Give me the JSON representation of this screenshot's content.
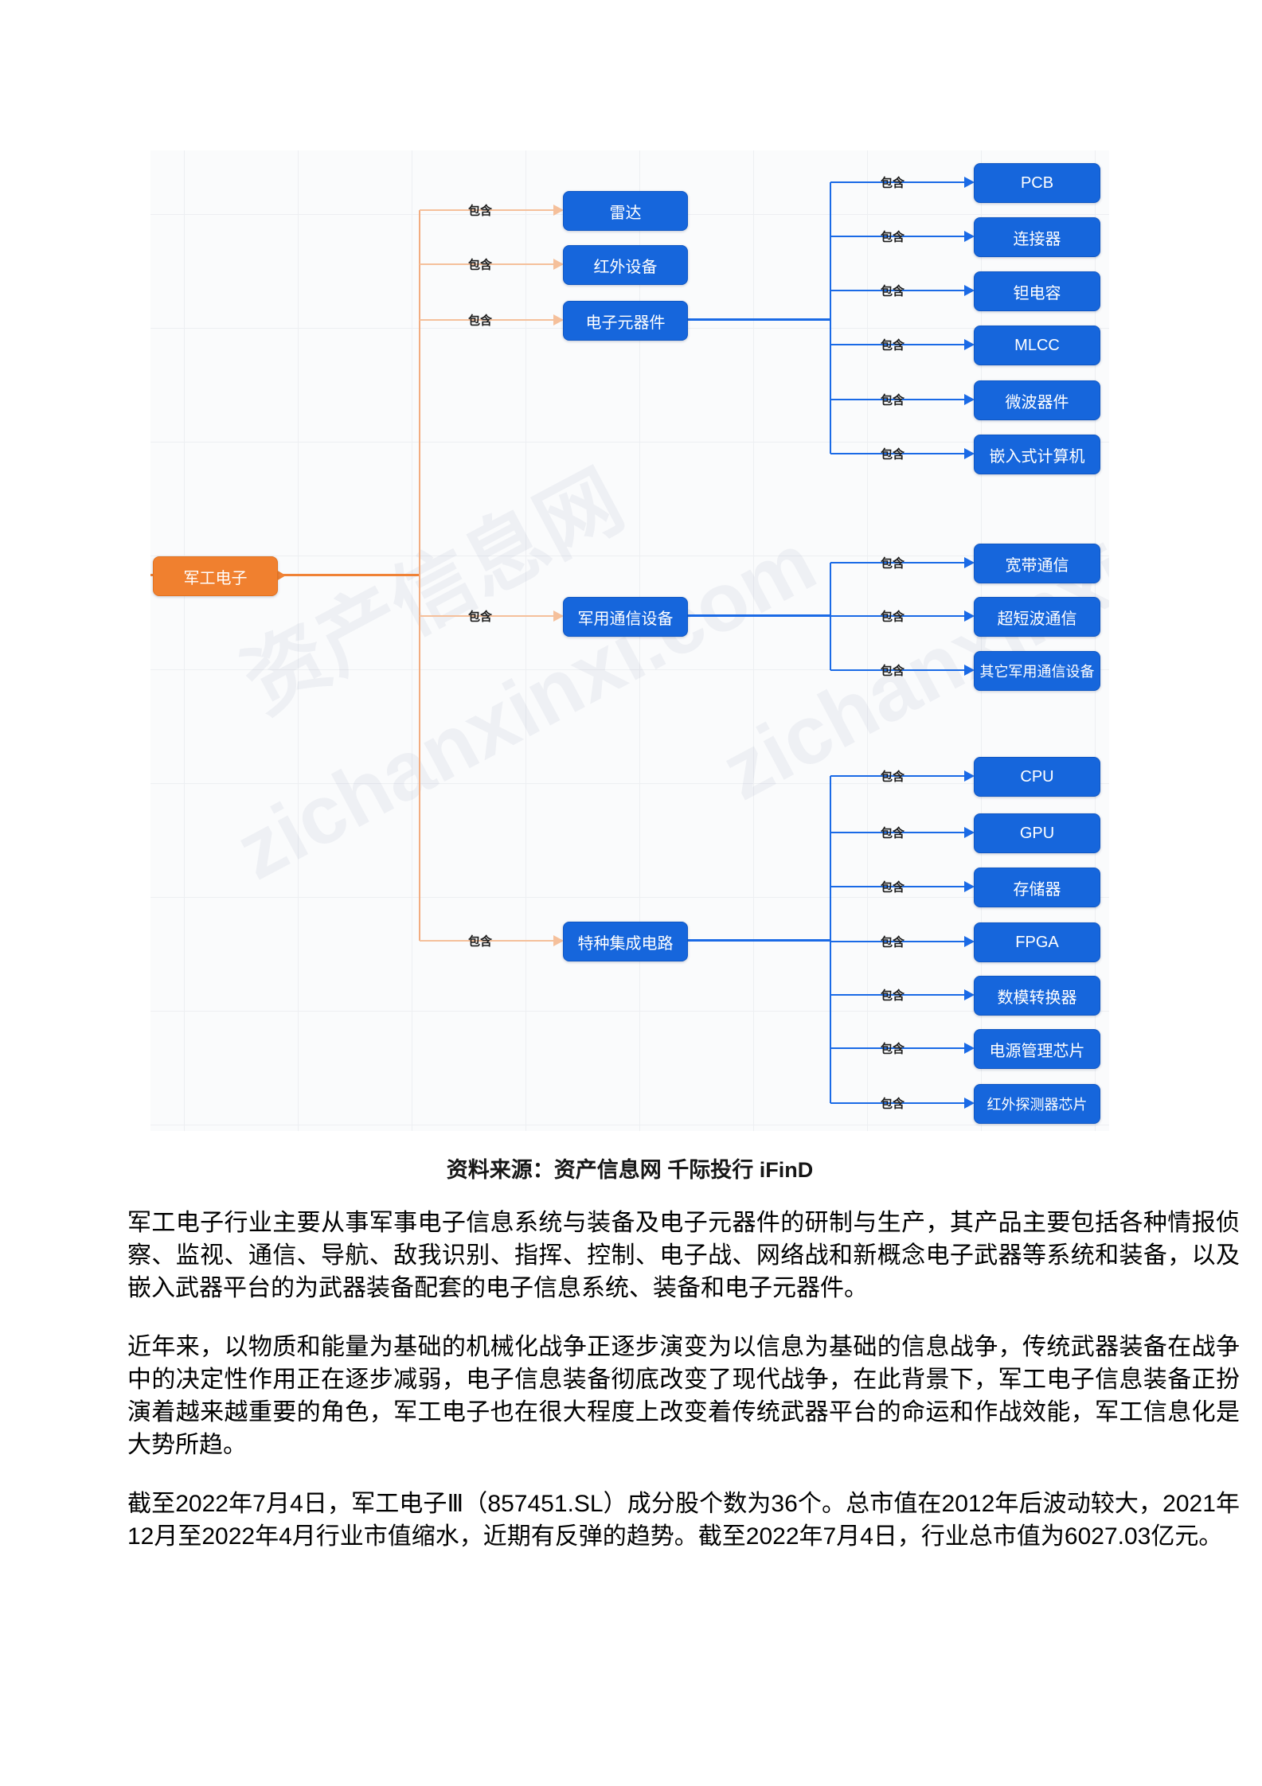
{
  "diagram": {
    "edge_label": "包含",
    "root": {
      "label": "军工电子"
    },
    "level2": [
      {
        "label": "雷达",
        "children": []
      },
      {
        "label": "红外设备",
        "children": []
      },
      {
        "label": "电子元器件",
        "children": [
          "PCB",
          "连接器",
          "钽电容",
          "MLCC",
          "微波器件",
          "嵌入式计算机"
        ]
      },
      {
        "label": "军用通信设备",
        "children": [
          "宽带通信",
          "超短波通信",
          "其它军用通信设备"
        ]
      },
      {
        "label": "特种集成电路",
        "children": [
          "CPU",
          "GPU",
          "存储器",
          "FPGA",
          "数模转换器",
          "电源管理芯片",
          "红外探测器芯片"
        ]
      }
    ],
    "watermark": [
      "资产信息网",
      "zichanxinxi.com"
    ],
    "colors": {
      "node_blue": "#1666dc",
      "root_orange": "#f0802f",
      "edge_orange_light": "#f5c09b",
      "edge_orange_main": "#f08236",
      "edge_orange_trunk": "#f2ac80",
      "edge_blue": "#1a6ae6"
    }
  },
  "caption": {
    "text": "资料来源：资产信息网 千际投行 iFinD"
  },
  "paragraphs": [
    "军工电子行业主要从事军事电子信息系统与装备及电子元器件的研制与生产，其产品主要包括各种情报侦察、监视、通信、导航、敌我识别、指挥、控制、电子战、网络战和新概念电子武器等系统和装备，以及嵌入武器平台的为武器装备配套的电子信息系统、装备和电子元器件。",
    "近年来，以物质和能量为基础的机械化战争正逐步演变为以信息为基础的信息战争，传统武器装备在战争中的决定性作用正在逐步减弱，电子信息装备彻底改变了现代战争，在此背景下，军工电子信息装备正扮演着越来越重要的角色，军工电子也在很大程度上改变着传统武器平台的命运和作战效能，军工信息化是大势所趋。",
    "截至2022年7月4日，军工电子Ⅲ（857451.SL）成分股个数为36个。总市值在2012年后波动较大，2021年12月至2022年4月行业市值缩水，近期有反弹的趋势。截至2022年7月4日，行业总市值为6027.03亿元。"
  ]
}
